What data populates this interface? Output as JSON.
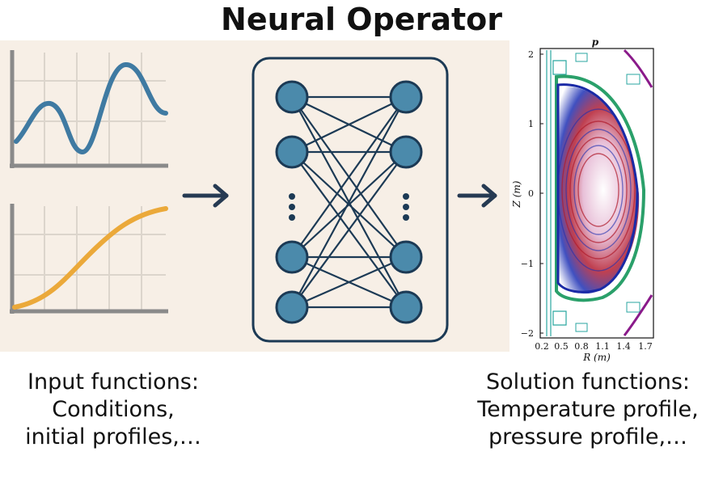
{
  "title": "Neural Operator",
  "captions": {
    "input": [
      "Input functions:",
      "Conditions,",
      "initial profiles,…"
    ],
    "solution": [
      "Solution functions:",
      "Temperature profile,",
      "pressure profile,…"
    ]
  },
  "colors": {
    "panel_bg": "#f7efe6",
    "sine_curve": "#3f7aa2",
    "sigmoid_curve": "#eba93a",
    "node_fill": "#4b8aab",
    "network_stroke": "#1c3a55",
    "wall_green": "#2aa06a",
    "boundary_blue": "#1a2aa6",
    "coil_purple": "#8a1a8a"
  },
  "network": {
    "layers": 2,
    "nodes_per_layer_shown": 4,
    "ellipsis": "⋮"
  },
  "plot": {
    "title": "p",
    "xlabel": "R (m)",
    "ylabel": "Z (m)",
    "xticks": [
      "0.2",
      "0.5",
      "0.8",
      "1.1",
      "1.4",
      "1.7"
    ],
    "yticks": [
      "2",
      "1",
      "0",
      "−1",
      "−2"
    ]
  }
}
